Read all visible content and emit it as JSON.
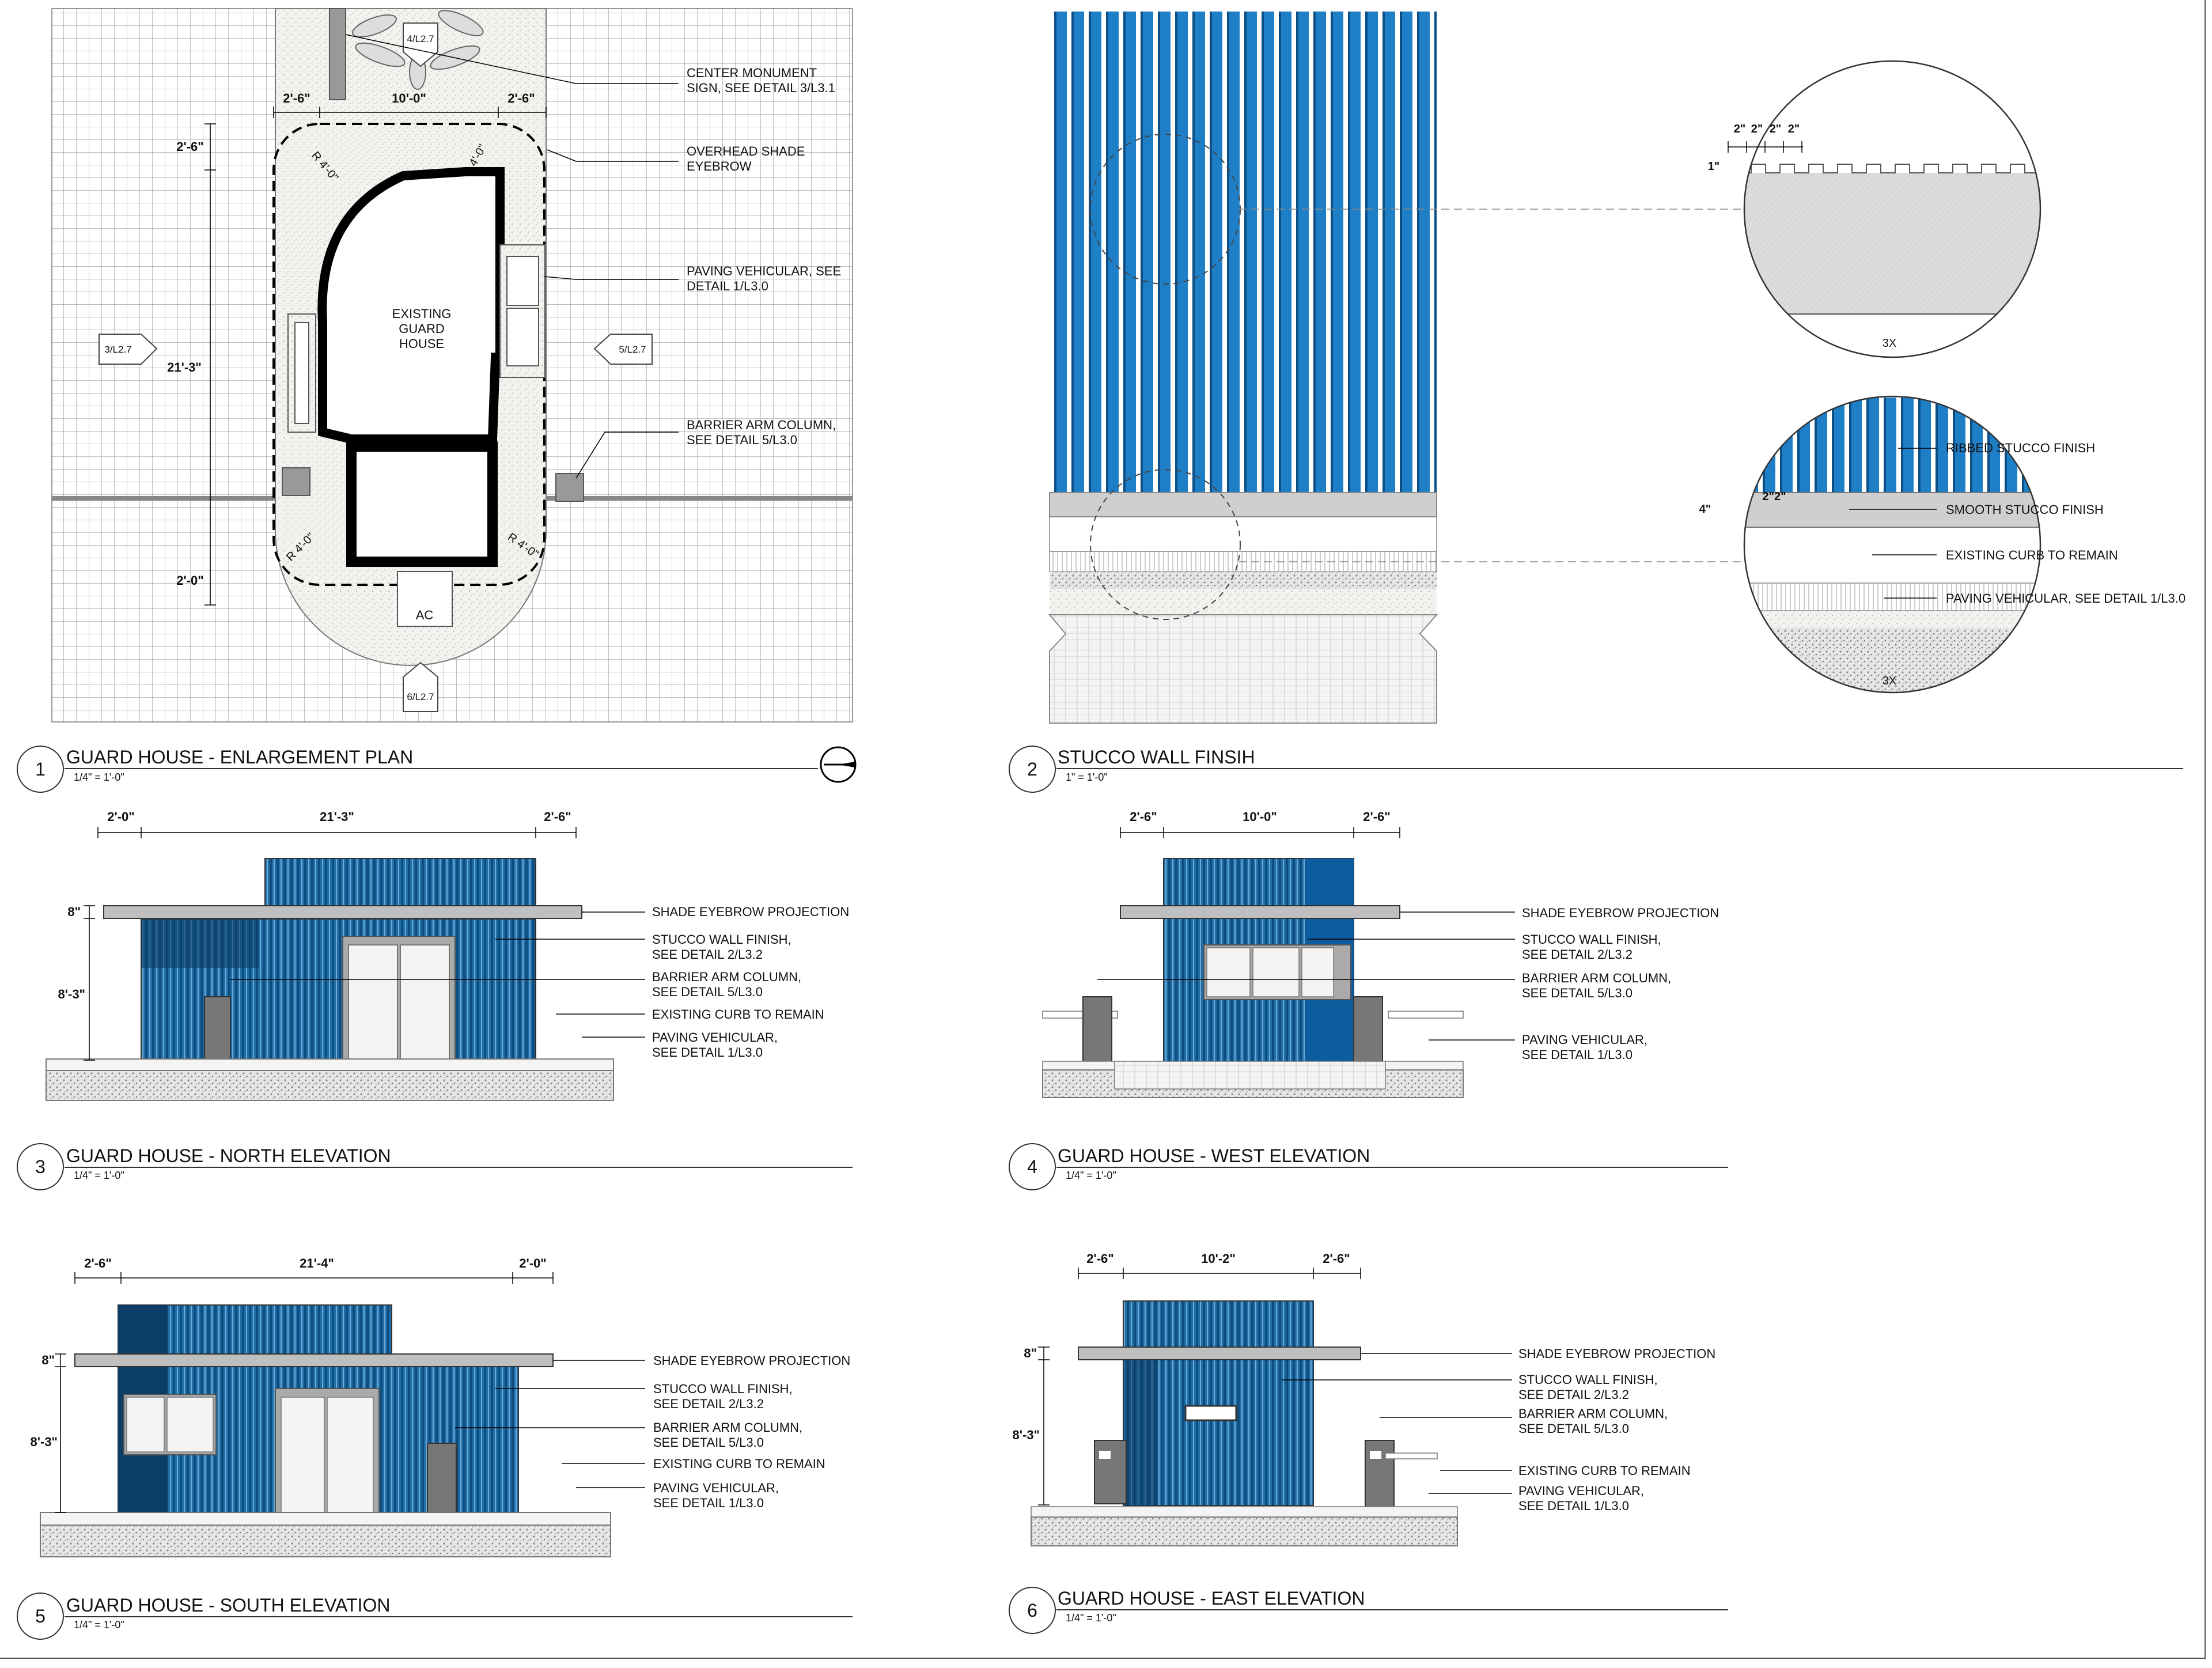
{
  "sheet": {
    "accent_blue": "#1e6fa8",
    "dark_blue": "#0d3a5c",
    "views": [
      {
        "number": "1",
        "title": "GUARD HOUSE - ENLARGEMENT PLAN",
        "scale": "1/4\" = 1'-0\""
      },
      {
        "number": "2",
        "title": "STUCCO WALL FINSIH",
        "scale": "1\" = 1'-0\""
      },
      {
        "number": "3",
        "title": "GUARD HOUSE - NORTH ELEVATION",
        "scale": "1/4\" = 1'-0\""
      },
      {
        "number": "4",
        "title": "GUARD HOUSE - WEST ELEVATION",
        "scale": "1/4\" = 1'-0\""
      },
      {
        "number": "5",
        "title": "GUARD HOUSE - SOUTH ELEVATION",
        "scale": "1/4\" = 1'-0\""
      },
      {
        "number": "6",
        "title": "GUARD HOUSE - EAST ELEVATION",
        "scale": "1/4\" = 1'-0\""
      }
    ]
  },
  "plan": {
    "guard_house_label": [
      "EXISTING",
      "GUARD",
      "HOUSE"
    ],
    "ac_label": "AC",
    "callouts": {
      "north": "4/L2.7",
      "west": "3/L2.7",
      "east": "5/L2.7",
      "south": "6/L2.7"
    },
    "dims": {
      "left": "2'-6\"",
      "mid": "10'-0\"",
      "right": "2'-6\"",
      "top_v": "2'-6\"",
      "long_v": "21'-3\"",
      "bottom_v": "2'-0\""
    },
    "radii": {
      "r1": "R 4'-0\"",
      "r2": "4'-0\"",
      "r3": "R 4'-0\"",
      "r4": "R 4'-0\""
    },
    "notes": [
      [
        "CENTER MONUMENT",
        "SIGN, SEE DETAIL 3/L3.1"
      ],
      [
        "OVERHEAD SHADE",
        "EYEBROW"
      ],
      [
        "PAVING VEHICULAR, SEE",
        "DETAIL 1/L3.0"
      ],
      [
        "BARRIER ARM COLUMN,",
        "SEE DETAIL 5/L3.0"
      ]
    ]
  },
  "detail": {
    "ribs": [
      "2\"",
      "2\"",
      "2\"",
      "2\""
    ],
    "rib_depth": "1\"",
    "scale_top": "3X",
    "scale_bottom": "3X",
    "smooth_height": "4\"",
    "smooth_ribs": "2\"2\"",
    "notes": [
      "RIBBED STUCCO FINISH",
      "SMOOTH STUCCO FINISH",
      "EXISTING CURB TO REMAIN",
      "PAVING VEHICULAR, SEE DETAIL 1/L3.0"
    ]
  },
  "north": {
    "dims": [
      "2'-0\"",
      "21'-3\"",
      "2'-6\""
    ],
    "v_dims": [
      "8\"",
      "8'-3\""
    ],
    "notes": [
      [
        "SHADE EYEBROW PROJECTION"
      ],
      [
        "STUCCO WALL FINISH,",
        "SEE DETAIL 2/L3.2"
      ],
      [
        "BARRIER ARM COLUMN,",
        "SEE DETAIL 5/L3.0"
      ],
      [
        "EXISTING CURB TO REMAIN"
      ],
      [
        "PAVING VEHICULAR,",
        "SEE DETAIL 1/L3.0"
      ]
    ]
  },
  "west": {
    "dims": [
      "2'-6\"",
      "10'-0\"",
      "2'-6\""
    ],
    "notes": [
      [
        "SHADE EYEBROW PROJECTION"
      ],
      [
        "STUCCO WALL FINISH,",
        "SEE DETAIL 2/L3.2"
      ],
      [
        "BARRIER ARM COLUMN,",
        "SEE DETAIL 5/L3.0"
      ],
      [
        "PAVING VEHICULAR,",
        "SEE DETAIL 1/L3.0"
      ]
    ]
  },
  "south": {
    "dims": [
      "2'-6\"",
      "21'-4\"",
      "2'-0\""
    ],
    "v_dims": [
      "8\"",
      "8'-3\""
    ],
    "notes": [
      [
        "SHADE EYEBROW PROJECTION"
      ],
      [
        "STUCCO WALL FINISH,",
        "SEE DETAIL 2/L3.2"
      ],
      [
        "BARRIER ARM COLUMN,",
        "SEE DETAIL 5/L3.0"
      ],
      [
        "EXISTING CURB TO REMAIN"
      ],
      [
        "PAVING VEHICULAR,",
        "SEE DETAIL 1/L3.0"
      ]
    ]
  },
  "east": {
    "dims": [
      "2'-6\"",
      "10'-2\"",
      "2'-6\""
    ],
    "v_dims": [
      "8\"",
      "8'-3\""
    ],
    "notes": [
      [
        "SHADE EYEBROW PROJECTION"
      ],
      [
        "STUCCO WALL FINISH,",
        "SEE DETAIL 2/L3.2"
      ],
      [
        "BARRIER ARM COLUMN,",
        "SEE DETAIL 5/L3.0"
      ],
      [
        "EXISTING CURB TO REMAIN"
      ],
      [
        "PAVING VEHICULAR,",
        "SEE DETAIL 1/L3.0"
      ]
    ]
  }
}
